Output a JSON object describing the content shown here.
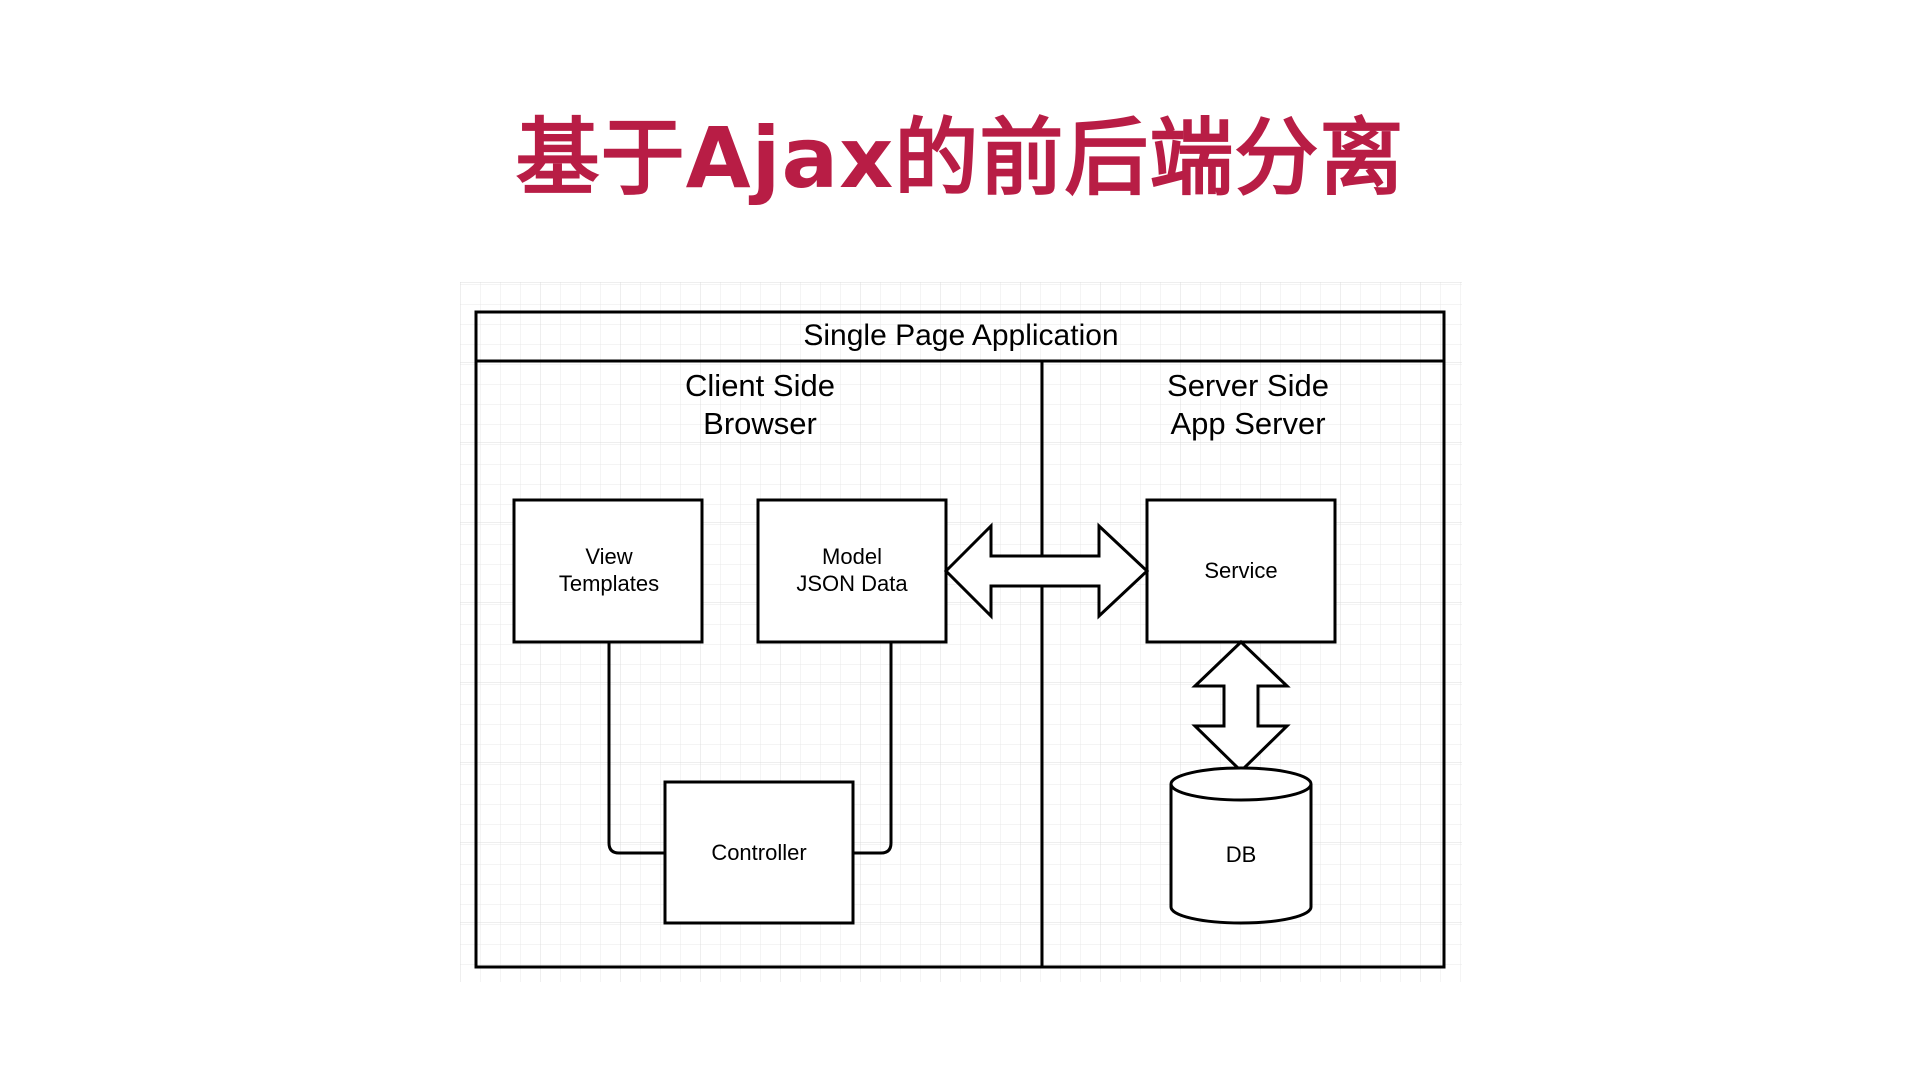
{
  "title": {
    "text": "基于Ajax的前后端分离",
    "color": "#b81d45"
  },
  "diagram": {
    "pool_title": "Single Page Application",
    "lanes": {
      "client": {
        "line1": "Client Side",
        "line2": "Browser"
      },
      "server": {
        "line1": "Server Side",
        "line2": "App Server"
      }
    },
    "nodes": {
      "view": {
        "line1": "View",
        "line2": "Templates"
      },
      "model": {
        "line1": "Model",
        "line2": "JSON Data"
      },
      "controller": {
        "label": "Controller"
      },
      "service": {
        "label": "Service"
      },
      "db": {
        "label": "DB"
      }
    },
    "colors": {
      "stroke": "#000000",
      "grid": "#e6e6e6",
      "fill": "#ffffff"
    }
  }
}
